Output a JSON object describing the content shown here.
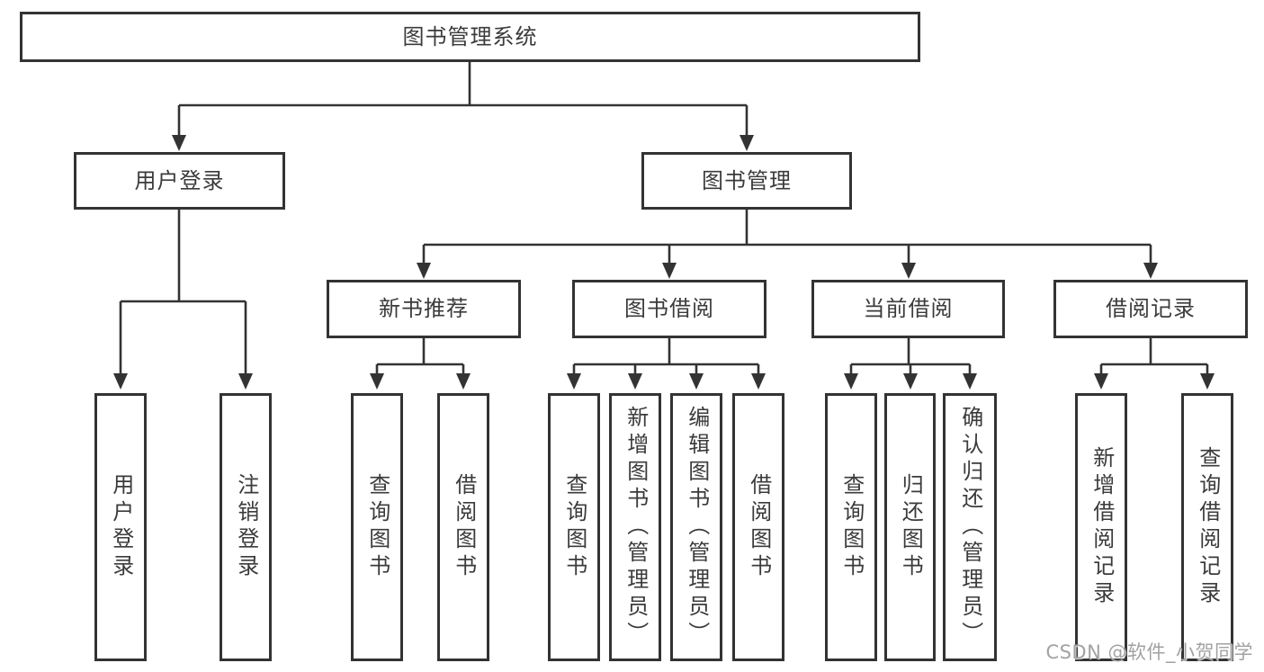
{
  "tree": {
    "root": {
      "label": "图书管理系统"
    },
    "branches": [
      {
        "label": "用户登录",
        "children": [
          {
            "label": "用户登录"
          },
          {
            "label": "注销登录"
          }
        ]
      },
      {
        "label": "图书管理",
        "children": [
          {
            "label": "新书推荐",
            "children": [
              {
                "label": "查询图书"
              },
              {
                "label": "借阅图书"
              }
            ]
          },
          {
            "label": "图书借阅",
            "children": [
              {
                "label": "查询图书"
              },
              {
                "label": "新增图书（管理员）"
              },
              {
                "label": "编辑图书（管理员）"
              },
              {
                "label": "借阅图书"
              }
            ]
          },
          {
            "label": "当前借阅",
            "children": [
              {
                "label": "查询图书"
              },
              {
                "label": "归还图书"
              },
              {
                "label": "确认归还（管理员）"
              }
            ]
          },
          {
            "label": "借阅记录",
            "children": [
              {
                "label": "新增借阅记录"
              },
              {
                "label": "查询借阅记录"
              }
            ]
          }
        ]
      }
    ]
  },
  "watermark": {
    "text": "CSDN @软件_小贺同学"
  },
  "colors": {
    "line": "#333333",
    "text": "#3b3b3b",
    "background": "#ffffff",
    "watermark": "#a2a2a2"
  }
}
